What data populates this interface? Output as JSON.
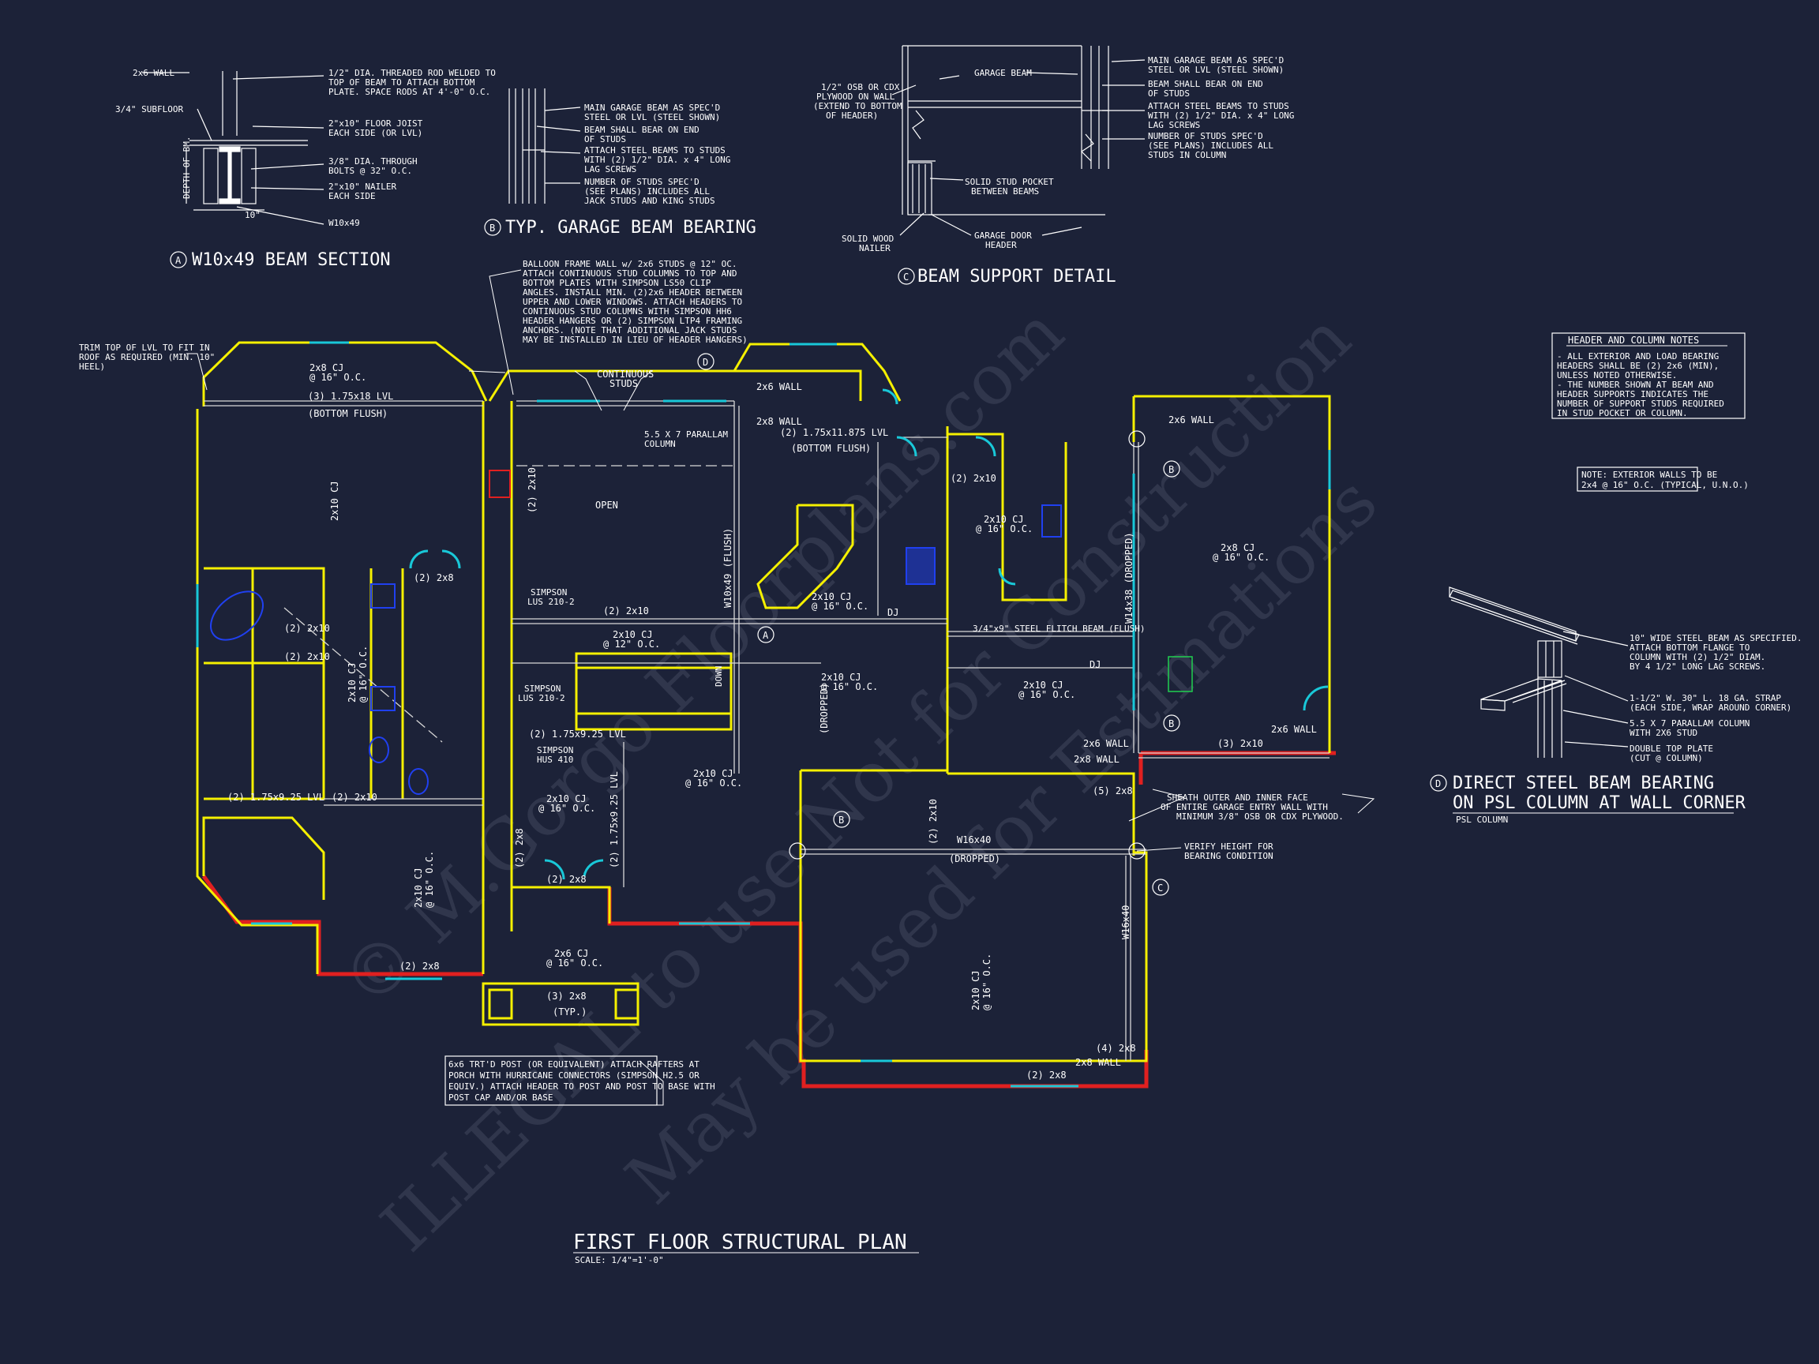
{
  "watermark": {
    "line1": "© M.Gorgo Floorplans.com",
    "line2": "ILLEGAL to use Not for Construction",
    "line3": "May be used for Estimations"
  },
  "plan": {
    "title": "FIRST FLOOR STRUCTURAL PLAN",
    "scale": "SCALE: 1/4\"=1'-0\""
  },
  "detail_a": {
    "marker": "A",
    "title": "W10x49 BEAM SECTION",
    "wall": "2x6 WALL",
    "subfloor": "3/4\" SUBFLOOR",
    "depth": "DEPTH OF BM.",
    "ten_in": "10\"",
    "ten_in_w": "10\"",
    "rod": [
      "1/2\" DIA. THREADED ROD WELDED TO",
      "TOP OF BEAM TO ATTACH BOTTOM",
      "PLATE. SPACE RODS AT 4'-0\" O.C."
    ],
    "joist": [
      "2\"x10\" FLOOR JOIST",
      "EACH SIDE (OR LVL)"
    ],
    "bolts": [
      "3/8\" DIA. THROUGH",
      "BOLTS @ 32\" O.C."
    ],
    "nailer": [
      "2\"x10\" NAILER",
      "EACH SIDE"
    ],
    "beam": "W10x49"
  },
  "detail_b": {
    "marker": "B",
    "title": "TYP. GARAGE BEAM BEARING",
    "notes": [
      "MAIN GARAGE BEAM AS SPEC'D",
      "STEEL OR LVL (STEEL SHOWN)",
      "BEAM SHALL BEAR ON END",
      "OF STUDS",
      "ATTACH STEEL BEAMS TO STUDS",
      "WITH (2) 1/2\" DIA. x 4\" LONG",
      "LAG SCREWS",
      "NUMBER OF STUDS SPEC'D",
      "(SEE PLANS) INCLUDES ALL",
      "JACK STUDS AND KING STUDS"
    ]
  },
  "detail_c": {
    "marker": "C",
    "title": "BEAM SUPPORT DETAIL",
    "osb": [
      "1/2\" OSB OR CDX",
      "PLYWOOD ON WALL",
      "(EXTEND TO BOTTOM",
      "OF HEADER)"
    ],
    "garage_beam": "GARAGE BEAM",
    "stud_pocket": [
      "SOLID STUD POCKET",
      "BETWEEN BEAMS"
    ],
    "solid_wood": [
      "SOLID WOOD",
      "NAILER"
    ],
    "door_header": [
      "GARAGE DOOR",
      "HEADER"
    ],
    "right": [
      "MAIN GARAGE BEAM AS SPEC'D",
      "STEEL OR LVL (STEEL SHOWN)",
      "BEAM SHALL BEAR ON END",
      "OF STUDS",
      "ATTACH STEEL BEAMS TO STUDS",
      "WITH (2) 1/2\" DIA. x 4\" LONG",
      "LAG SCREWS",
      "NUMBER OF STUDS SPEC'D",
      "(SEE PLANS) INCLUDES ALL",
      "STUDS IN COLUMN"
    ]
  },
  "detail_d": {
    "marker": "D",
    "title1": "DIRECT STEEL BEAM BEARING",
    "title2": "ON PSL COLUMN AT WALL CORNER",
    "sub": "PSL COLUMN",
    "n1": [
      "10\" WIDE STEEL BEAM AS SPECIFIED.",
      "ATTACH BOTTOM FLANGE TO",
      "COLUMN WITH (2) 1/2\" DIAM.",
      "BY 4 1/2\" LONG LAG SCREWS."
    ],
    "n2": [
      "1-1/2\" W. 30\" L. 18 GA. STRAP",
      "(EACH SIDE, WRAP AROUND CORNER)"
    ],
    "n3": [
      "5.5 X 7 PARALLAM COLUMN",
      "WITH 2X6 STUD"
    ],
    "n4": [
      "DOUBLE TOP PLATE",
      "(CUT @ COLUMN)"
    ]
  },
  "header_notes": {
    "title": "HEADER AND COLUMN NOTES",
    "lines": [
      "- ALL EXTERIOR AND LOAD BEARING",
      "HEADERS SHALL BE (2) 2x6 (MIN),",
      "UNLESS NOTED OTHERWISE.",
      "- THE NUMBER SHOWN AT BEAM AND",
      "HEADER SUPPORTS INDICATES THE",
      "NUMBER OF SUPPORT STUDS REQUIRED",
      "IN STUD POCKET OR COLUMN."
    ]
  },
  "ext_note": [
    "NOTE: EXTERIOR WALLS TO BE",
    "2x4 @ 16\" O.C. (TYPICAL, U.N.O.)"
  ],
  "balloon_note": [
    "BALLOON FRAME WALL w/ 2x6 STUDS @ 12\" OC.",
    "ATTACH CONTINUOUS STUD COLUMNS TO TOP AND",
    "BOTTOM PLATES WITH SIMPSON LS50 CLIP",
    "ANGLES. INSTALL MIN. (2)2x6 HEADER BETWEEN",
    "UPPER AND LOWER WINDOWS. ATTACH HEADERS TO",
    "CONTINUOUS STUD COLUMNS WITH SIMPSON HH6",
    "HEADER HANGERS OR (2) SIMPSON LTP4 FRAMING",
    "ANCHORS. (NOTE THAT ADDITIONAL JACK STUDS",
    "MAY BE INSTALLED IN LIEU OF HEADER HANGERS)"
  ],
  "trim_note": [
    "TRIM TOP OF LVL TO FIT IN",
    "ROOF AS REQUIRED (MIN. 10\"",
    "HEEL)"
  ],
  "post_note": [
    "6x6 TRT'D POST (OR EQUIVALENT) ATTACH RAFTERS AT",
    "PORCH WITH HURRICANE CONNECTORS (SIMPSON H2.5 OR",
    "EQUIV.) ATTACH HEADER TO POST AND POST TO BASE WITH",
    "POST CAP AND/OR BASE"
  ],
  "sheath_note": [
    "SHEATH OUTER AND INNER FACE",
    "OF ENTIRE GARAGE ENTRY WALL WITH",
    "MINIMUM 3/8\" OSB OR CDX PLYWOOD."
  ],
  "verify_note": [
    "VERIFY HEIGHT FOR",
    "BEARING CONDITION"
  ],
  "labels": {
    "cj_2x8_16": "2x8 CJ",
    "oc16": "@ 16\" O.C.",
    "oc12": "@ 12\" O.C.",
    "lvl_175x18": "(3) 1.75x18 LVL",
    "bottom_flush": "(BOTTOM FLUSH)",
    "cj_2x10": "2x10 CJ",
    "cj_2x6": "2x6 CJ",
    "continuous": "CONTINUOUS",
    "studs": "STUDS",
    "wall_2x6": "2x6 WALL",
    "wall_2x8": "2x8 WALL",
    "parallam": "5.5 X 7 PARALLAM",
    "column": "COLUMN",
    "lvl_11875": "(2) 1.75x11.875 LVL",
    "h2x10": "(2) 2x10",
    "h2x8": "(2) 2x8",
    "h3x2x8": "(3) 2x8",
    "h3x2x10": "(3) 2x10",
    "h5x2x8": "(5) 2x8",
    "h4x2x8": "(4) 2x8",
    "w10x49_flush": "W10x49 (FLUSH)",
    "w14x38_dropped": "W14x38 (DROPPED)",
    "flitch": "3/4\"x9\" STEEL FLITCH BEAM (FLUSH)",
    "dj": "DJ",
    "simpson_lus": "SIMPSON",
    "lus_210": "LUS 210-2",
    "hus_410": "HUS 410",
    "lvl_175x925": "(2) 1.75x9.25 LVL",
    "lvl_175x925b": "(2) 1.75x9.25 LVL",
    "w16x40": "W16x40",
    "dropped": "(DROPPED)",
    "typ": "(TYP.)",
    "open": "OPEN",
    "down": "DOWN",
    "b": "B",
    "c": "C",
    "a": "A",
    "d": "D"
  }
}
